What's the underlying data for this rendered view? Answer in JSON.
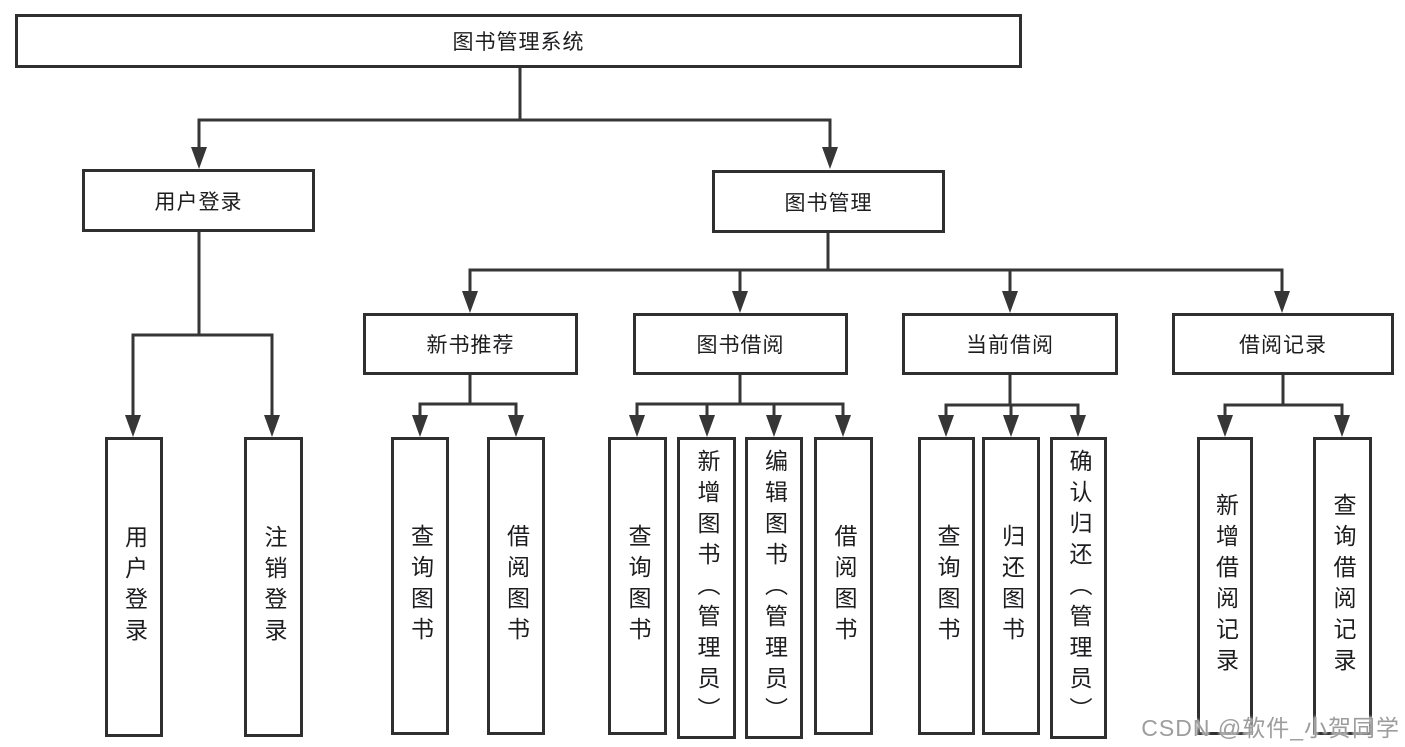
{
  "diagram": {
    "type": "hierarchy-tree",
    "tree": {
      "label": "图书管理系统",
      "children": [
        {
          "label": "用户登录",
          "children": [
            {
              "label": "用户登录"
            },
            {
              "label": "注销登录"
            }
          ]
        },
        {
          "label": "图书管理",
          "children": [
            {
              "label": "新书推荐",
              "children": [
                {
                  "label": "查询图书"
                },
                {
                  "label": "借阅图书"
                }
              ]
            },
            {
              "label": "图书借阅",
              "children": [
                {
                  "label": "查询图书"
                },
                {
                  "label": "新增图书（管理员）"
                },
                {
                  "label": "编辑图书（管理员）"
                },
                {
                  "label": "借阅图书"
                }
              ]
            },
            {
              "label": "当前借阅",
              "children": [
                {
                  "label": "查询图书"
                },
                {
                  "label": "归还图书"
                },
                {
                  "label": "确认归还（管理员）"
                }
              ]
            },
            {
              "label": "借阅记录",
              "children": [
                {
                  "label": "新增借阅记录"
                },
                {
                  "label": "查询借阅记录"
                }
              ]
            }
          ]
        }
      ]
    },
    "colors": {
      "line": "#363636",
      "box_border": "#2f2f2f",
      "text": "#1d1d1f",
      "background": "#ffffff",
      "watermark": "#9d9d9d"
    }
  },
  "watermark": "CSDN @软件_小贺同学"
}
